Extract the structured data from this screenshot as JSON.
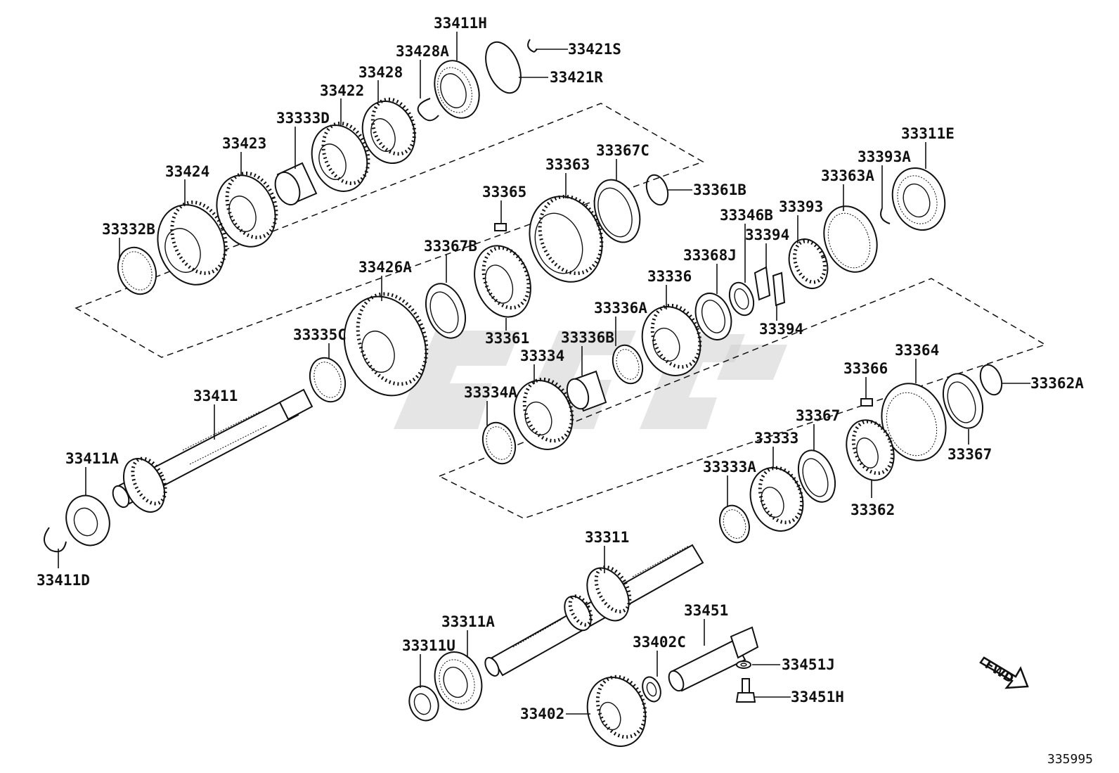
{
  "diagram": {
    "reference_number": "335995",
    "direction_label": "FWD",
    "colors": {
      "line": "#111111",
      "background": "#ffffff",
      "watermark": "#cfcfcf"
    }
  },
  "labels": {
    "l33411H": "33411H",
    "l33421S": "33421S",
    "l33421R": "33421R",
    "l33428A": "33428A",
    "l33428": "33428",
    "l33422": "33422",
    "l33333D": "33333D",
    "l33423": "33423",
    "l33424": "33424",
    "l33332B": "33332B",
    "l33367C": "33367C",
    "l33363": "33363",
    "l33365": "33365",
    "l33361B": "33361B",
    "l33311E": "33311E",
    "l33393A": "33393A",
    "l33363A": "33363A",
    "l33346B": "33346B",
    "l33393": "33393",
    "l33394a": "33394",
    "l33394b": "33394",
    "l33368J": "33368J",
    "l33336": "33336",
    "l33336A": "33336A",
    "l33367B": "33367B",
    "l33426A": "33426A",
    "l33361": "33361",
    "l33336B": "33336B",
    "l33335C": "33335C",
    "l33334": "33334",
    "l33334A": "33334A",
    "l33411": "33411",
    "l33411A": "33411A",
    "l33411D": "33411D",
    "l33366": "33366",
    "l33364": "33364",
    "l33362A": "33362A",
    "l33367a": "33367",
    "l33367b": "33367",
    "l33333": "33333",
    "l33333A": "33333A",
    "l33362": "33362",
    "l33311": "33311",
    "l33451": "33451",
    "l33311A": "33311A",
    "l33311U": "33311U",
    "l33402C": "33402C",
    "l33451J": "33451J",
    "l33451H": "33451H",
    "l33402": "33402"
  }
}
